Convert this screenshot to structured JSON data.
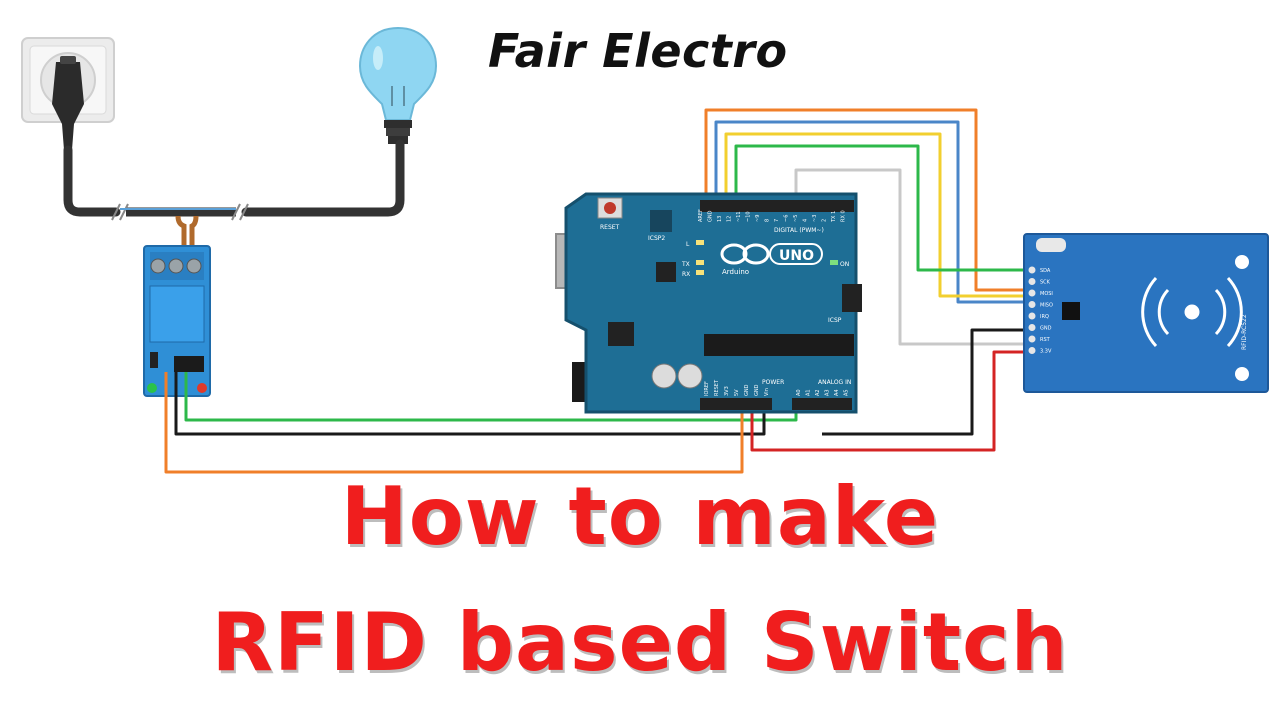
{
  "brand": {
    "name": "Fair Electro"
  },
  "headline": {
    "line1": "How to make",
    "line2": "RFID based Switch"
  },
  "arduino": {
    "logo_text": "Arduino",
    "model": "UNO",
    "reset_label": "RESET",
    "icsp2_label": "ICSP2",
    "icsp_label": "ICSP",
    "digital_label": "DIGITAL (PWM~)",
    "power_label": "POWER",
    "analog_label": "ANALOG IN",
    "on_label": "ON",
    "led_labels": [
      "L",
      "TX",
      "RX"
    ],
    "top_pins": [
      "AREF",
      "GND",
      "13",
      "12",
      "~11",
      "~10",
      "~9",
      "8",
      "7",
      "~6",
      "~5",
      "4",
      "~3",
      "2",
      "TX 1",
      "RX 0"
    ],
    "bottom_pins": [
      "IOREF",
      "RESET",
      "3V3",
      "5V",
      "GND",
      "GND",
      "Vin",
      "A0",
      "A1",
      "A2",
      "A3",
      "A4",
      "A5"
    ],
    "board_color": "#1e6e95"
  },
  "rfid": {
    "model": "RFID-RC522",
    "pins": [
      "SDA",
      "SCK",
      "MOSI",
      "MISO",
      "IRQ",
      "GND",
      "RST",
      "3.3V"
    ],
    "board_color": "#2a74c0"
  },
  "relay": {
    "board_color": "#2f8fd6"
  },
  "wire_colors": {
    "orange": "#f07f2a",
    "blue": "#4a86c8",
    "yellow": "#f2cf2f",
    "green": "#2db84a",
    "gray": "#c8c8c8",
    "black": "#1a1a1a",
    "red": "#d42424"
  },
  "icons": {
    "socket": "wall-socket-icon",
    "plug": "power-plug-icon",
    "bulb": "light-bulb-icon"
  }
}
